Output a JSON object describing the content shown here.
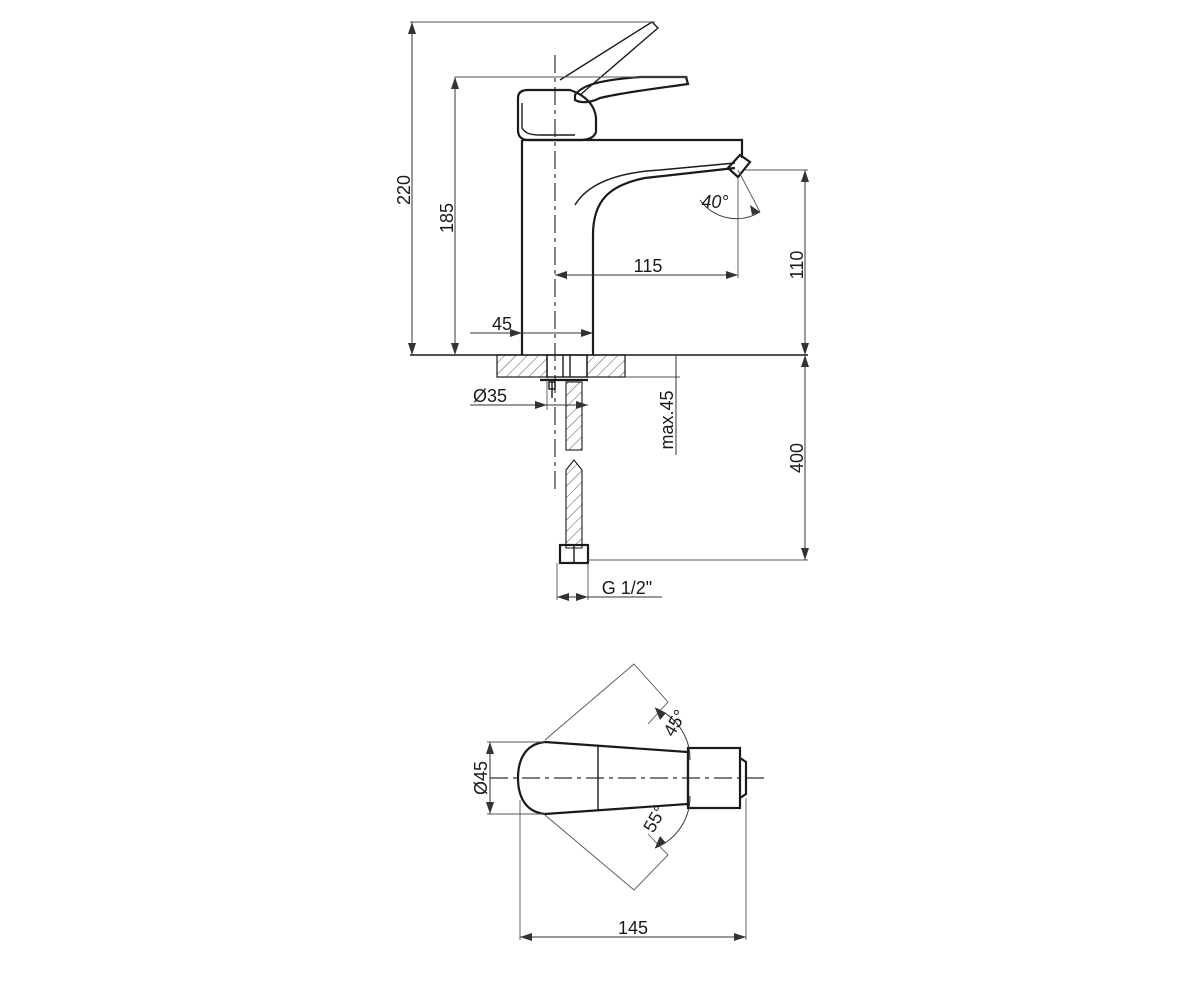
{
  "dimensions": {
    "total_height": "220",
    "body_height": "185",
    "spout_height": "110",
    "spout_reach": "115",
    "body_offset": "45",
    "spout_angle": "40°",
    "hole_diameter": "Ø35",
    "max_thickness": "max.45",
    "hose_length": "400",
    "connection": "G 1/2\"",
    "base_diameter": "Ø45",
    "lever_angle_up": "45°",
    "lever_angle_down": "55°",
    "total_length": "145"
  }
}
